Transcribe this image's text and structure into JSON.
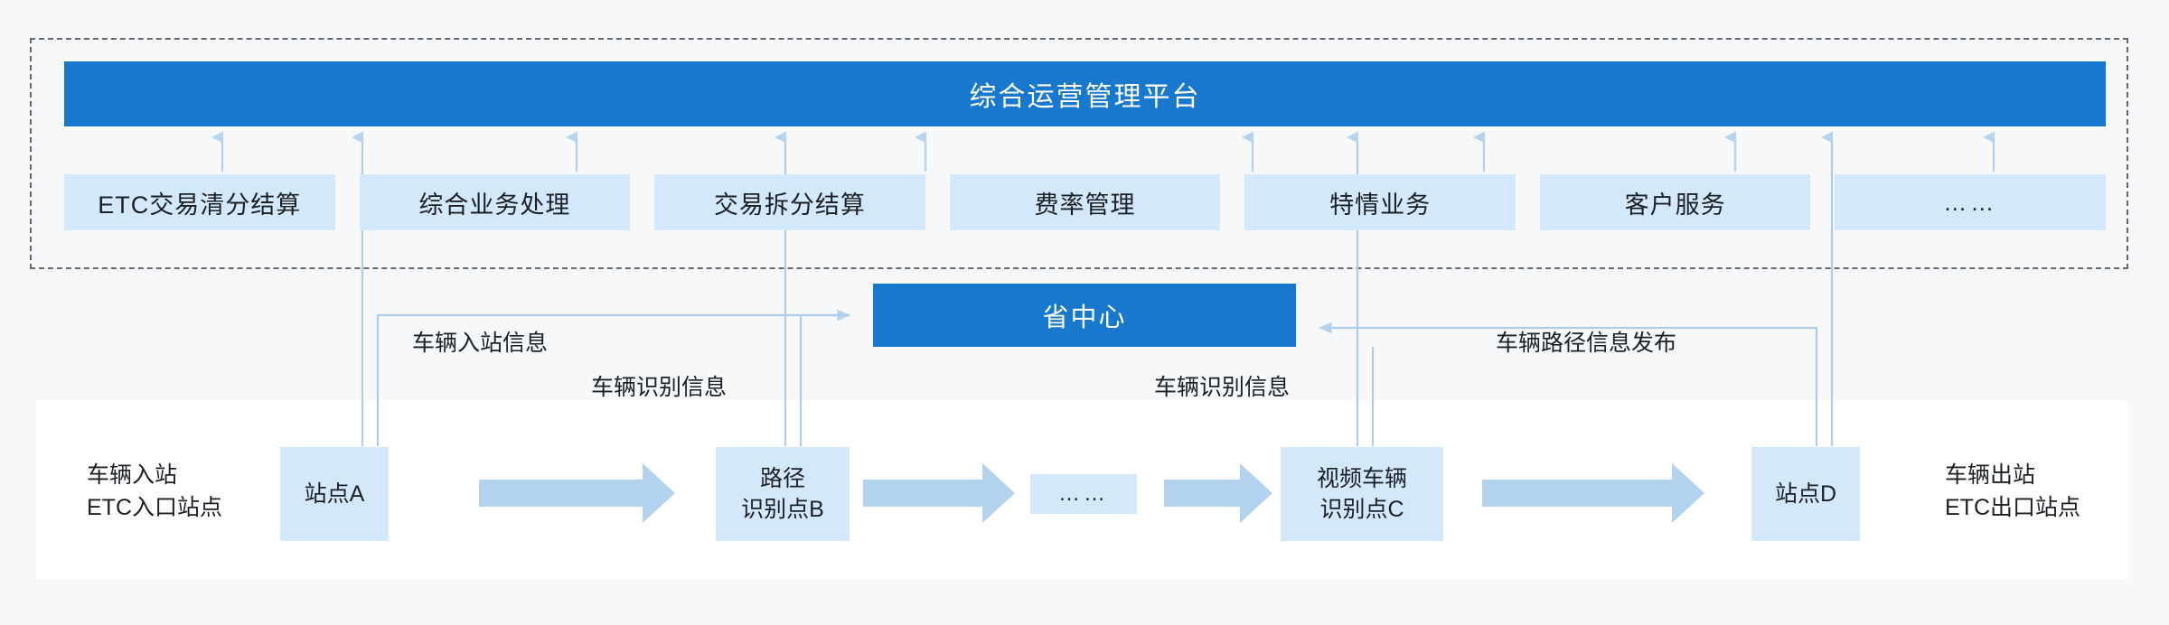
{
  "diagram": {
    "title_platform": "综合运营管理平台",
    "provincial_center": "省中心",
    "modules": [
      {
        "label": "ETC交易清分结算"
      },
      {
        "label": "综合业务处理"
      },
      {
        "label": "交易拆分结算"
      },
      {
        "label": "费率管理"
      },
      {
        "label": "特情业务"
      },
      {
        "label": "客户服务"
      },
      {
        "label": "……"
      }
    ],
    "flow_nodes": [
      {
        "line1": "站点A",
        "line2": ""
      },
      {
        "line1": "路径",
        "line2": "识别点B"
      },
      {
        "line1": "……",
        "line2": ""
      },
      {
        "line1": "视频车辆",
        "line2": "识别点C"
      },
      {
        "line1": "站点D",
        "line2": ""
      }
    ],
    "captions": {
      "entry_line1": "车辆入站",
      "entry_line2": "ETC入口站点",
      "exit_line1": "车辆出站",
      "exit_line2": "ETC出口站点"
    },
    "edge_labels": {
      "vehicle_entry_info": "车辆入站信息",
      "vehicle_recognition_info_left": "车辆识别信息",
      "vehicle_recognition_info_right": "车辆识别信息",
      "vehicle_route_publish": "车辆路径信息发布"
    },
    "colors": {
      "primary_blue": "#1778CE",
      "light_blue": "#D4E8FB",
      "arrow_blue": "#B3D2EE",
      "connector_blue": "#AECDE8",
      "dashed_border": "#666A6E",
      "canvas": "#F7F8F9",
      "panel": "#FFFFFF",
      "text": "#1B1F26"
    }
  }
}
